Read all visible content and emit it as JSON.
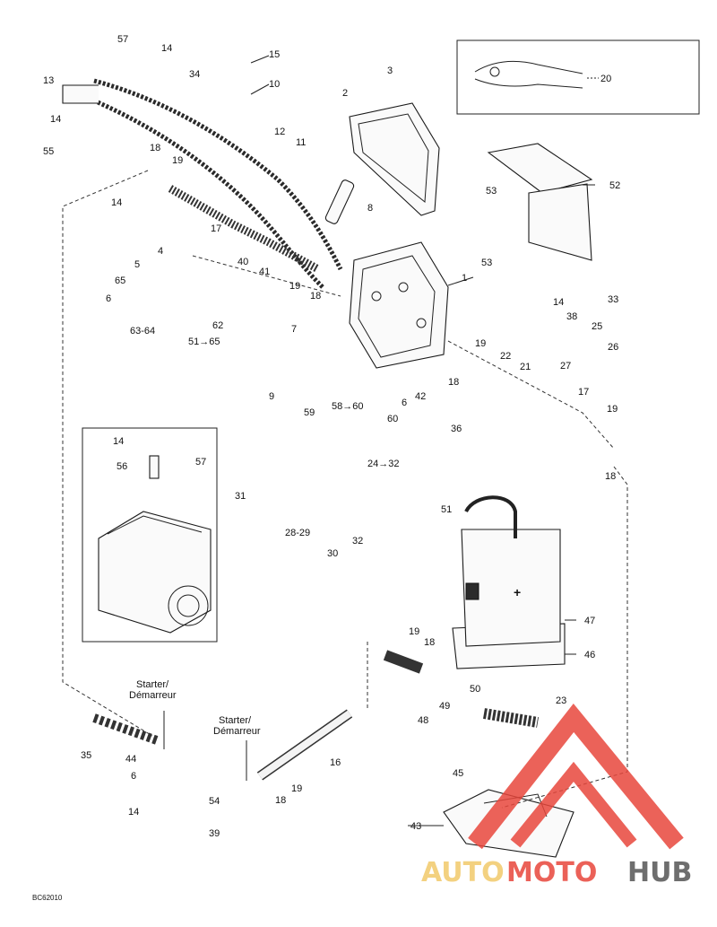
{
  "labels": {
    "n1": "1",
    "n2": "2",
    "n3": "3",
    "n4": "4",
    "n5": "5",
    "n6a": "6",
    "n6b": "6",
    "n6c": "6",
    "n7": "7",
    "n8": "8",
    "n9": "9",
    "n10": "10",
    "n11": "11",
    "n12": "12",
    "n13": "13",
    "n14a": "14",
    "n14b": "14",
    "n14c": "14",
    "n14d": "14",
    "n14e": "14",
    "n14f": "14",
    "n15": "15",
    "n16": "16",
    "n17a": "17",
    "n17b": "17",
    "n18a": "18",
    "n18b": "18",
    "n18c": "18",
    "n18d": "18",
    "n18e": "18",
    "n18f": "18",
    "n19a": "19",
    "n19b": "19",
    "n19c": "19",
    "n19d": "19",
    "n19e": "19",
    "n19f": "19",
    "n20": "20",
    "n21": "21",
    "n22": "22",
    "n23": "23",
    "n25": "25",
    "n26": "26",
    "n27": "27",
    "n28_29": "28-29",
    "n30": "30",
    "n31": "31",
    "n32": "32",
    "n33": "33",
    "n34": "34",
    "n35": "35",
    "n36": "36",
    "n38": "38",
    "n39": "39",
    "n40": "40",
    "n41": "41",
    "n42": "42",
    "n43": "43",
    "n44": "44",
    "n45": "45",
    "n46": "46",
    "n47": "47",
    "n48": "48",
    "n49": "49",
    "n50": "50",
    "n51": "51",
    "n52": "52",
    "n53a": "53",
    "n53b": "53",
    "n54": "54",
    "n55": "55",
    "n56": "56",
    "n57a": "57",
    "n57b": "57",
    "n59": "59",
    "n62": "62",
    "n63_64": "63-64",
    "n65": "65",
    "ref_24_32": "24→32",
    "ref_51_65": "51→65",
    "ref_58_60": "58→60",
    "n60": "60"
  },
  "starter_label_1": "Starter/",
  "starter_label_2": "Démarreur",
  "starter_label_3": "Starter/",
  "starter_label_4": "Démarreur",
  "plus_sign": "+",
  "drawing_code": "BC62010",
  "watermark": {
    "part1": "AUTO",
    "part2": "MOTO",
    "part3": "HUB"
  },
  "colors": {
    "line": "#222222",
    "watermark_red": "#e8463c",
    "watermark_gold": "#f2c96a",
    "watermark_gray": "#555555"
  }
}
